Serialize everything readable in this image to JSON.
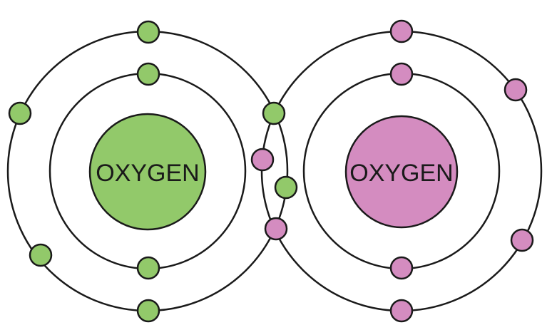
{
  "atoms": [
    {
      "id": "left",
      "label": "OXYGEN",
      "nucleus_color": "#92c96a",
      "electron_color": "#92c96a",
      "inner_shell_electrons": 2,
      "outer_shell_electrons": 6
    },
    {
      "id": "right",
      "label": "OXYGEN",
      "nucleus_color": "#d48cc0",
      "electron_color": "#d48cc0",
      "inner_shell_electrons": 2,
      "outer_shell_electrons": 6
    }
  ],
  "bond": {
    "type": "double covalent",
    "shared_electrons": 4
  },
  "colors": {
    "shell_stroke": "#1a1a1a",
    "electron_stroke": "#1a1a1a",
    "background": "#ffffff"
  }
}
